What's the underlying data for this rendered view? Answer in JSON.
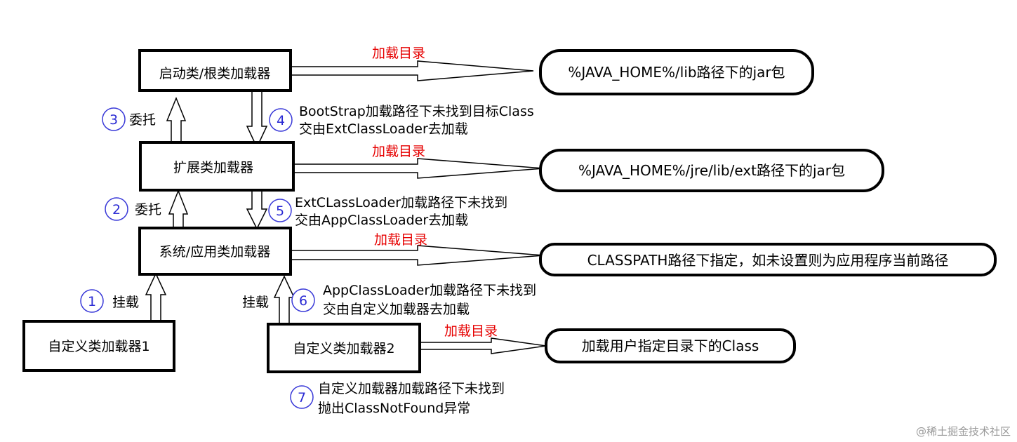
{
  "boxes": {
    "bootstrap": "启动类/根类加载器",
    "extension": "扩展类加载器",
    "system": "系统/应用类加载器",
    "custom1": "自定义类加载器1",
    "custom2": "自定义类加载器2"
  },
  "load_dir_label": "加载目录",
  "ovals": {
    "bootstrap": "%JAVA_HOME%/lib路径下的jar包",
    "extension": "%JAVA_HOME%/jre/lib/ext路径下的jar包",
    "system": "CLASSPATH路径下指定，如未设置则为应用程序当前路径",
    "custom2": "加载用户指定目录下的Class"
  },
  "steps": {
    "n1": "1",
    "s1": "挂载",
    "n2": "2",
    "s2": "委托",
    "n3": "3",
    "s3": "委托",
    "n4": "4",
    "s4_line1": "BootStrap加载路径下未找到目标Class",
    "s4_line2": "交由ExtClassLoader去加载",
    "n5": "5",
    "s5_line1": "ExtCLassLoader加载路径下未找到",
    "s5_line2": "交由AppClassLoader去加载",
    "n6": "6",
    "s6_mount": "挂载",
    "s6_line1": "AppClassLoader加载路径下未找到",
    "s6_line2": "交由自定义加载器去加载",
    "n7": "7",
    "s7_line1": "自定义加载器加载路径下未找到",
    "s7_line2": "抛出ClassNotFound异常"
  },
  "watermark": "@稀土掘金技术社区",
  "colors": {
    "label_red": "#e60000",
    "circle_blue": "#3a3ad8",
    "border": "#000000"
  }
}
